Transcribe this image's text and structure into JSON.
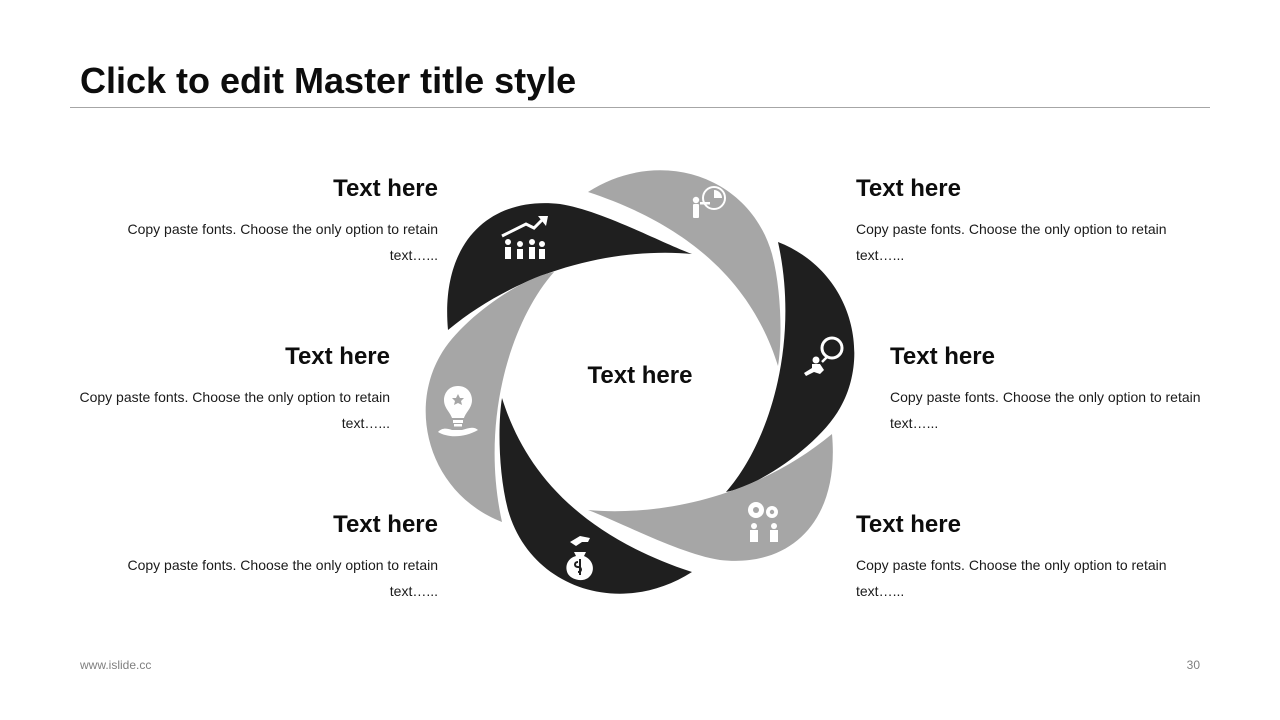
{
  "slide": {
    "title": "Click to edit Master title style",
    "center_label": "Text here",
    "colors": {
      "dark_petal": "#1f1f1f",
      "light_petal": "#a6a6a6",
      "rule": "#a6a6a6",
      "footer_text": "#7f7f7f"
    },
    "items": [
      {
        "heading": "Text here",
        "body": "Copy paste fonts. Choose the only option to retain text…...",
        "icon": "team-growth-arrow-icon",
        "petal": "dark"
      },
      {
        "heading": "Text here",
        "body": "Copy paste fonts. Choose the only option to retain text…...",
        "icon": "presenter-pie-chart-icon",
        "petal": "light"
      },
      {
        "heading": "Text here",
        "body": "Copy paste fonts. Choose the only option to retain text…...",
        "icon": "lightbulb-hand-icon",
        "petal": "light"
      },
      {
        "heading": "Text here",
        "body": "Copy paste fonts. Choose the only option to retain text…...",
        "icon": "person-magnifier-icon",
        "petal": "dark"
      },
      {
        "heading": "Text here",
        "body": "Copy paste fonts. Choose the only option to retain text…...",
        "icon": "hand-money-bag-icon",
        "petal": "dark"
      },
      {
        "heading": "Text here",
        "body": "Copy paste fonts. Choose the only option to retain text…...",
        "icon": "team-gears-icon",
        "petal": "light"
      }
    ]
  },
  "footer": {
    "url": "www.islide.cc",
    "page_number": "30"
  }
}
